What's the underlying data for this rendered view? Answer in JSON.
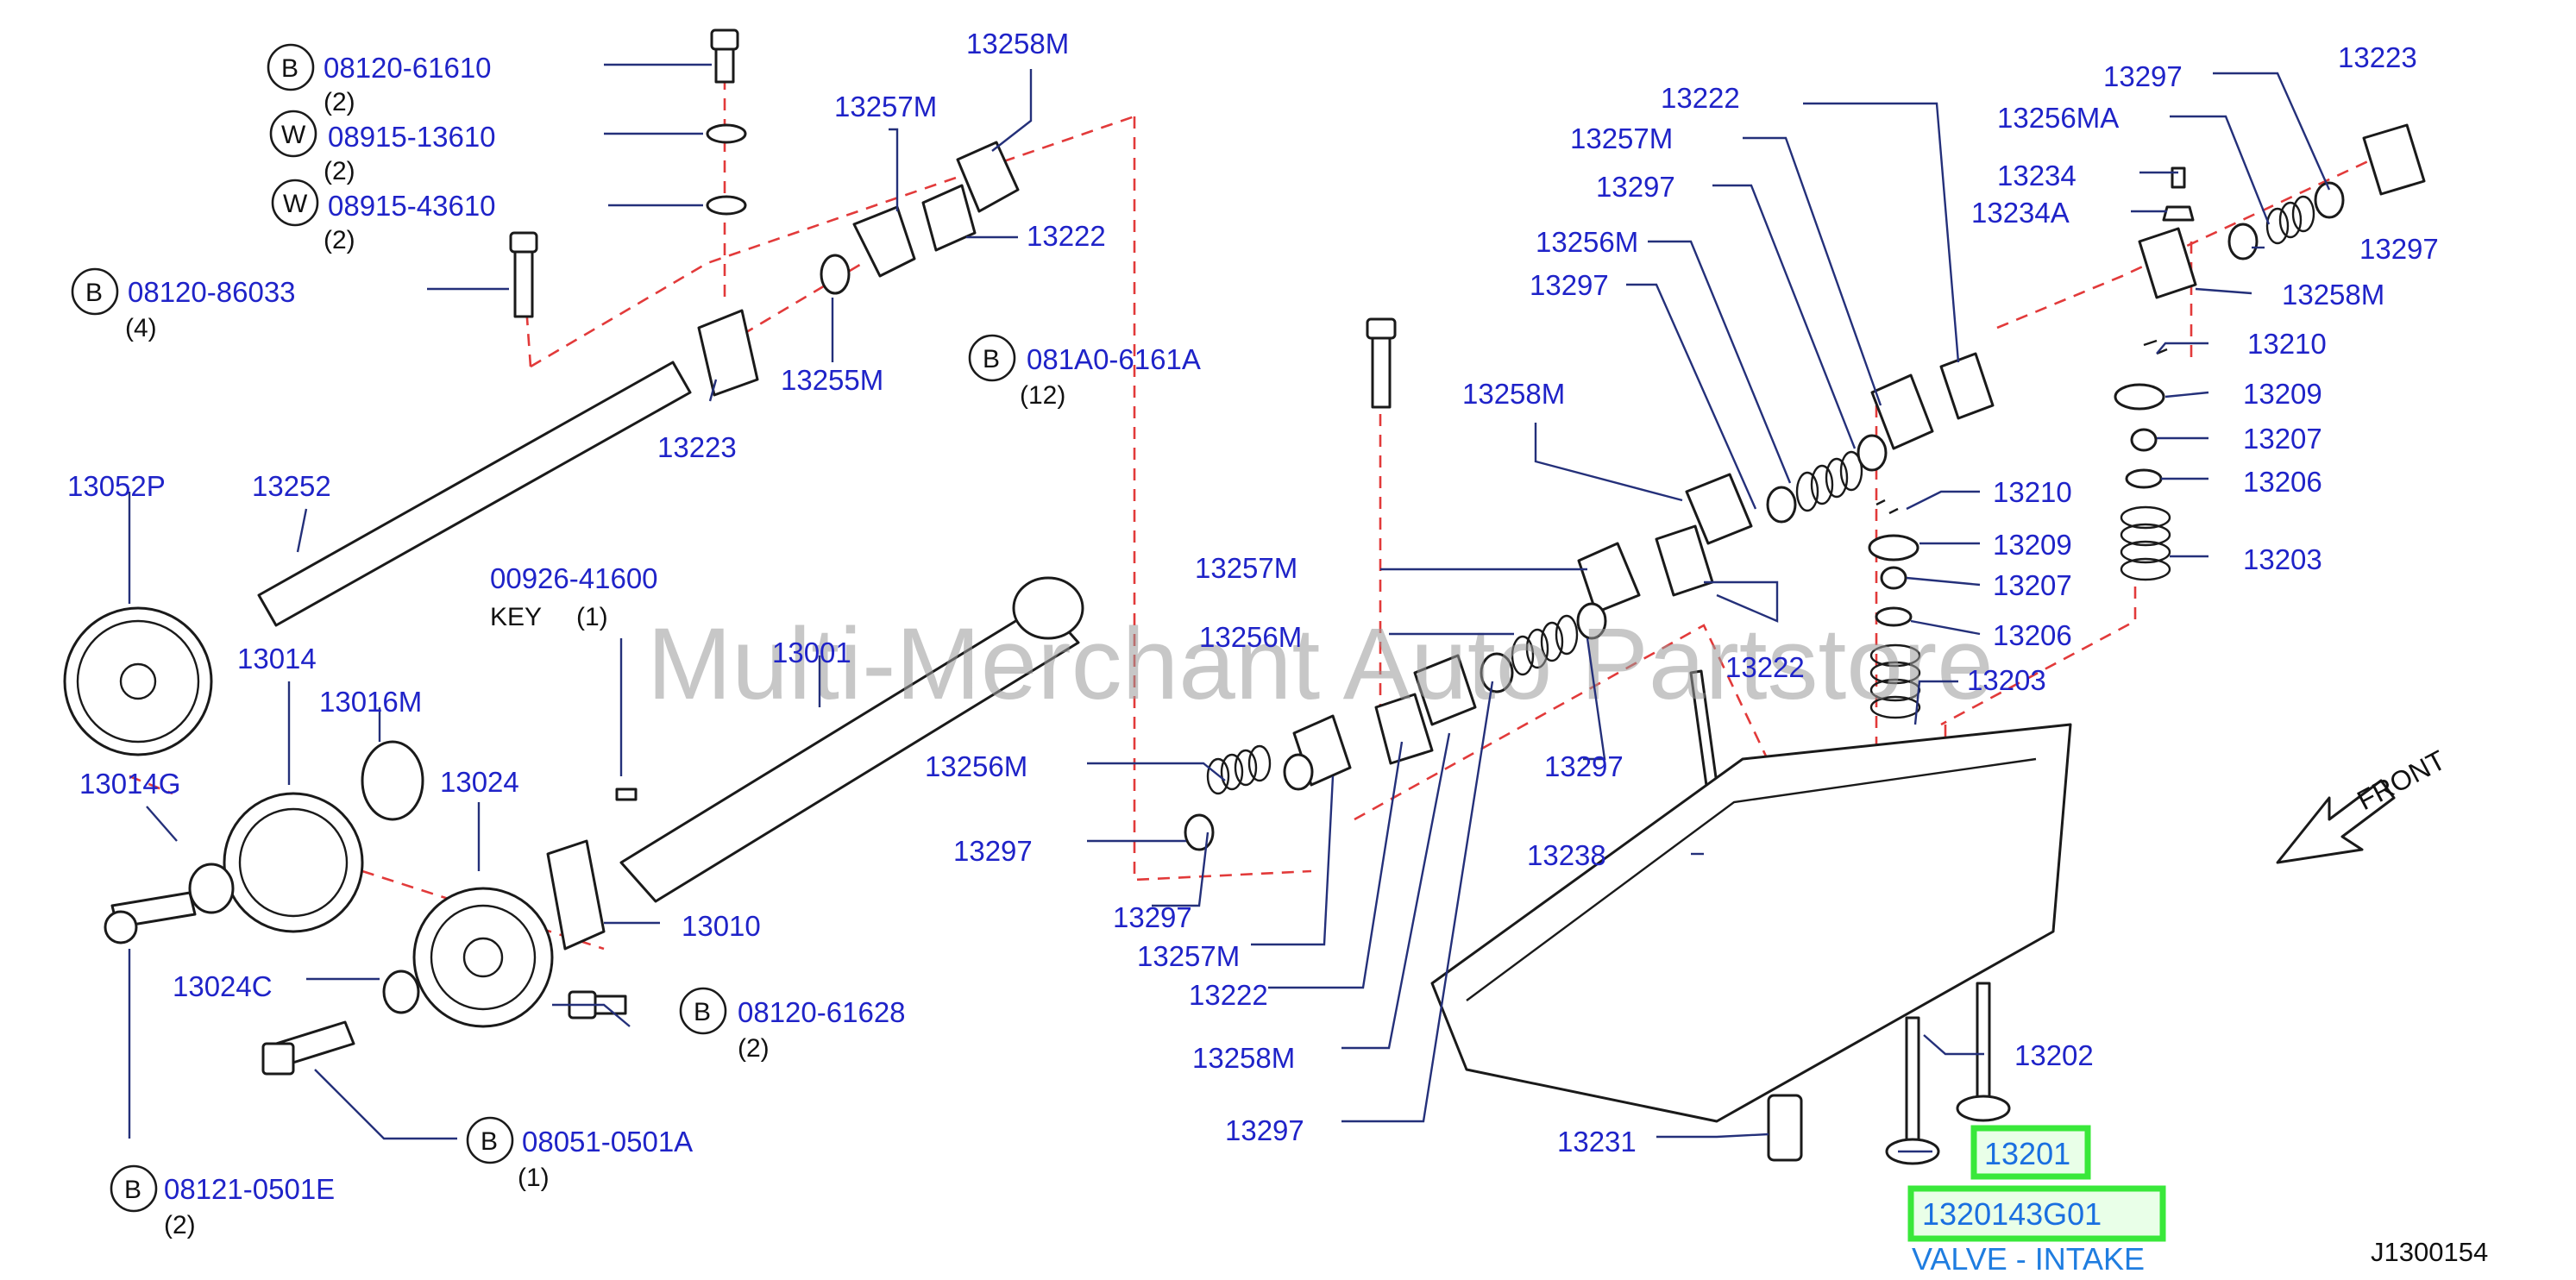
{
  "watermark": "Multi-Merchant Auto Partstore",
  "diagram_ref": "J1300154",
  "front_label": "FRONT",
  "highlight": {
    "part": "13201",
    "part_number": "1320143G01",
    "description": "VALVE - INTAKE"
  },
  "callouts": [
    {
      "code": "B",
      "part": "08120-61610",
      "qty": "(2)"
    },
    {
      "code": "W",
      "part": "08915-13610",
      "qty": "(2)"
    },
    {
      "code": "W",
      "part": "08915-43610",
      "qty": "(2)"
    },
    {
      "code": "B",
      "part": "08120-86033",
      "qty": "(4)"
    },
    {
      "code": "B",
      "part": "081A0-6161A",
      "qty": "(12)"
    },
    {
      "code": "B",
      "part": "08120-61628",
      "qty": "(2)"
    },
    {
      "code": "B",
      "part": "08051-0501A",
      "qty": "(1)"
    },
    {
      "code": "B",
      "part": "08121-0501E",
      "qty": "(2)"
    }
  ],
  "key_note": {
    "part": "00926-41600",
    "label": "KEY",
    "qty": "(1)"
  },
  "labels": [
    "13258M",
    "13257M",
    "13222",
    "13255M",
    "13223",
    "13252",
    "13052P",
    "13014",
    "13016M",
    "13024",
    "13001",
    "13014G",
    "13010",
    "13024C",
    "13222",
    "13257M",
    "13297",
    "13256M",
    "13297",
    "13258M",
    "13257M",
    "13256M",
    "13256M",
    "13297",
    "13297",
    "13257M",
    "13222",
    "13258M",
    "13297",
    "13297",
    "13223",
    "13256MA",
    "13234",
    "13234A",
    "13297",
    "13258M",
    "13210",
    "13209",
    "13207",
    "13206",
    "13203",
    "13210",
    "13209",
    "13207",
    "13206",
    "13222",
    "13203",
    "13297",
    "13238",
    "13202",
    "13231",
    "13201"
  ]
}
